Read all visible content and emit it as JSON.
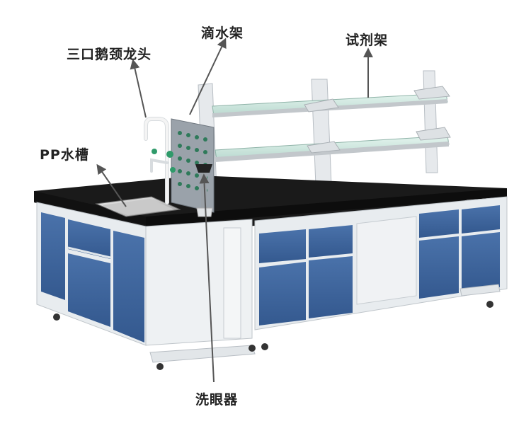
{
  "labels": {
    "gooseneck_faucet": "三口鹅颈龙头",
    "drip_rack": "滴水架",
    "reagent_shelf": "试剂架",
    "pp_sink": "PP水槽",
    "eyewash": "洗眼器"
  },
  "colors": {
    "countertop": "#1a1a1a",
    "cabinet_blue": "#3c639b",
    "cabinet_frame": "#e8ecef",
    "shelf_glass": "#d4ece4",
    "leader_line": "#555555",
    "label_text": "#222222"
  }
}
